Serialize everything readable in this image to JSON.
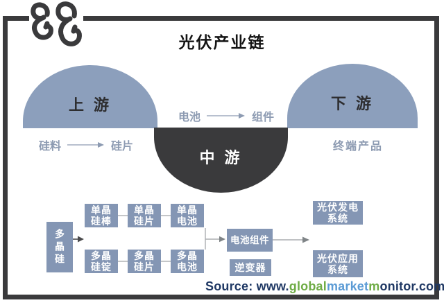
{
  "title": "光伏产业链",
  "chain": {
    "upstream": {
      "label": "上 游",
      "flow_from": "硅料",
      "flow_to": "硅片"
    },
    "midstream": {
      "label": "中 游",
      "flow_from": "电池",
      "flow_to": "组件"
    },
    "downstream": {
      "label": "下 游",
      "sublabel": "终端产品"
    }
  },
  "flowchart": {
    "source_box": "多晶硅",
    "mono_route": [
      {
        "line1": "单晶",
        "line2": "硅棒"
      },
      {
        "line1": "单晶",
        "line2": "硅片"
      },
      {
        "line1": "单晶",
        "line2": "电池"
      }
    ],
    "poly_route": [
      {
        "line1": "多晶",
        "line2": "硅锭"
      },
      {
        "line1": "多晶",
        "line2": "硅片"
      },
      {
        "line1": "多晶",
        "line2": "电池"
      }
    ],
    "module_box": "电池组件",
    "inverter_box": "逆变器",
    "system_boxes": [
      {
        "line1": "光伏发电",
        "line2": "系统"
      },
      {
        "line1": "光伏应用",
        "line2": "系统"
      }
    ]
  },
  "footer": {
    "segments": [
      {
        "text": "Source: www."
      },
      {
        "text": "global"
      },
      {
        "text": "market"
      },
      {
        "text": "m"
      },
      {
        "text": "onitor.com"
      }
    ]
  },
  "colors": {
    "dome_blue": "#8c9fbc",
    "dark_gray": "#3a3a3c",
    "box_blue": "#8496b4",
    "label_blue_gray": "#8d9bb2",
    "connector_gray": "#a9abad",
    "footer_navy": "#1f3864",
    "footer_green": "#6fac46",
    "footer_light_blue": "#5b9bd5"
  }
}
